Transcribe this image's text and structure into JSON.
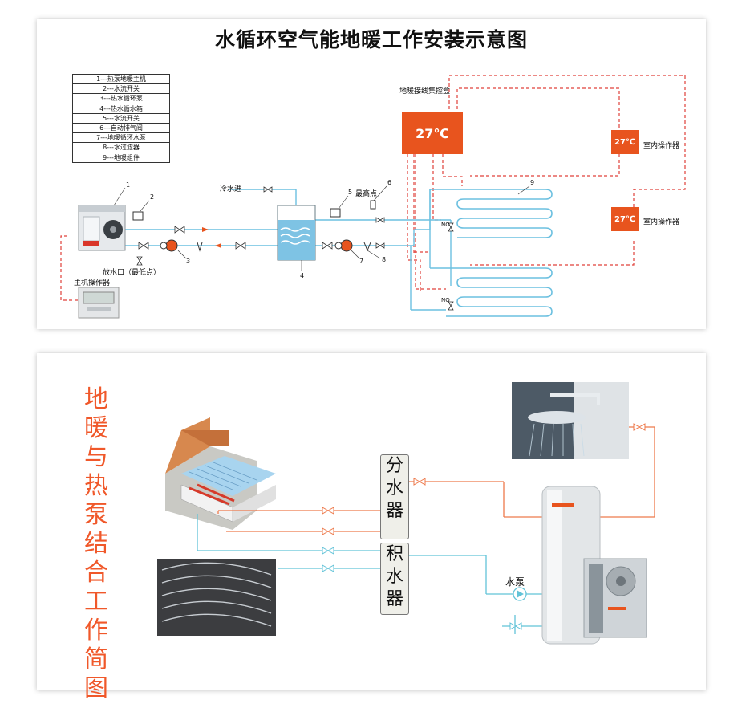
{
  "top": {
    "title": "水循环空气能地暖工作安装示意图",
    "legend": [
      "1---热泵地暖主机",
      "2---水流开关",
      "3---热水循环泵",
      "4---热水循水箱",
      "5---水流开关",
      "6---自动排气阀",
      "7---地暖循环水泵",
      "8---水过滤器",
      "9---地暖组件"
    ],
    "collector_label": "地暖接线集控盒",
    "collector_temp": "27℃",
    "room_label_1": "室内操作器",
    "room_label_2": "室内操作器",
    "room_temp_1": "27℃",
    "room_temp_2": "27℃",
    "cold_in": "冷水进",
    "highest_point": "最高点",
    "drain": "放水口（最低点）",
    "host_controller": "主机操作器",
    "no_1": "NO",
    "no_2": "NO",
    "numbers": [
      "1",
      "2",
      "3",
      "4",
      "5",
      "6",
      "7",
      "8",
      "9"
    ],
    "colors": {
      "red_dashed": "#e0403a",
      "blue_pipe": "#6cc0e0",
      "orange": "#e8541e"
    }
  },
  "bottom": {
    "title_chars": [
      "地",
      "暖",
      "与",
      "热",
      "泵",
      "结",
      "合",
      "工",
      "作",
      "简",
      "图"
    ],
    "distributor_chars": [
      "分",
      "水",
      "器"
    ],
    "collector_chars": [
      "积",
      "水",
      "器"
    ],
    "pump_label": "水泵",
    "colors": {
      "title": "#f0582a",
      "hot_pipe": "#ee7a4c",
      "cold_pipe": "#62c3d8"
    }
  }
}
